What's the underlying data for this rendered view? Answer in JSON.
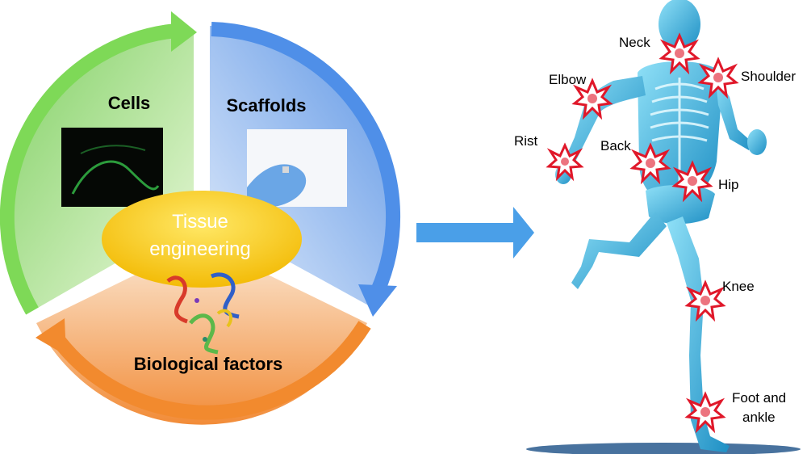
{
  "diagram": {
    "cycle": {
      "cells_label": "Cells",
      "scaffolds_label": "Scaffolds",
      "factors_label": "Biological factors",
      "center_line1": "Tissue",
      "center_line2": "engineering"
    },
    "body_labels": {
      "neck": "Neck",
      "elbow": "Elbow",
      "shoulder": "Shoulder",
      "rist": "Rist",
      "back": "Back",
      "hip": "Hip",
      "knee": "Knee",
      "foot_line1": "Foot and",
      "foot_line2": "ankle"
    },
    "colors": {
      "green": "#7ed957",
      "blue": "#4f8fe8",
      "orange": "#f28a2e",
      "yellow": "#ffd21a",
      "arrow": "#4a9fe8",
      "body": "#36b3e0",
      "injury": "#e0182a"
    }
  }
}
